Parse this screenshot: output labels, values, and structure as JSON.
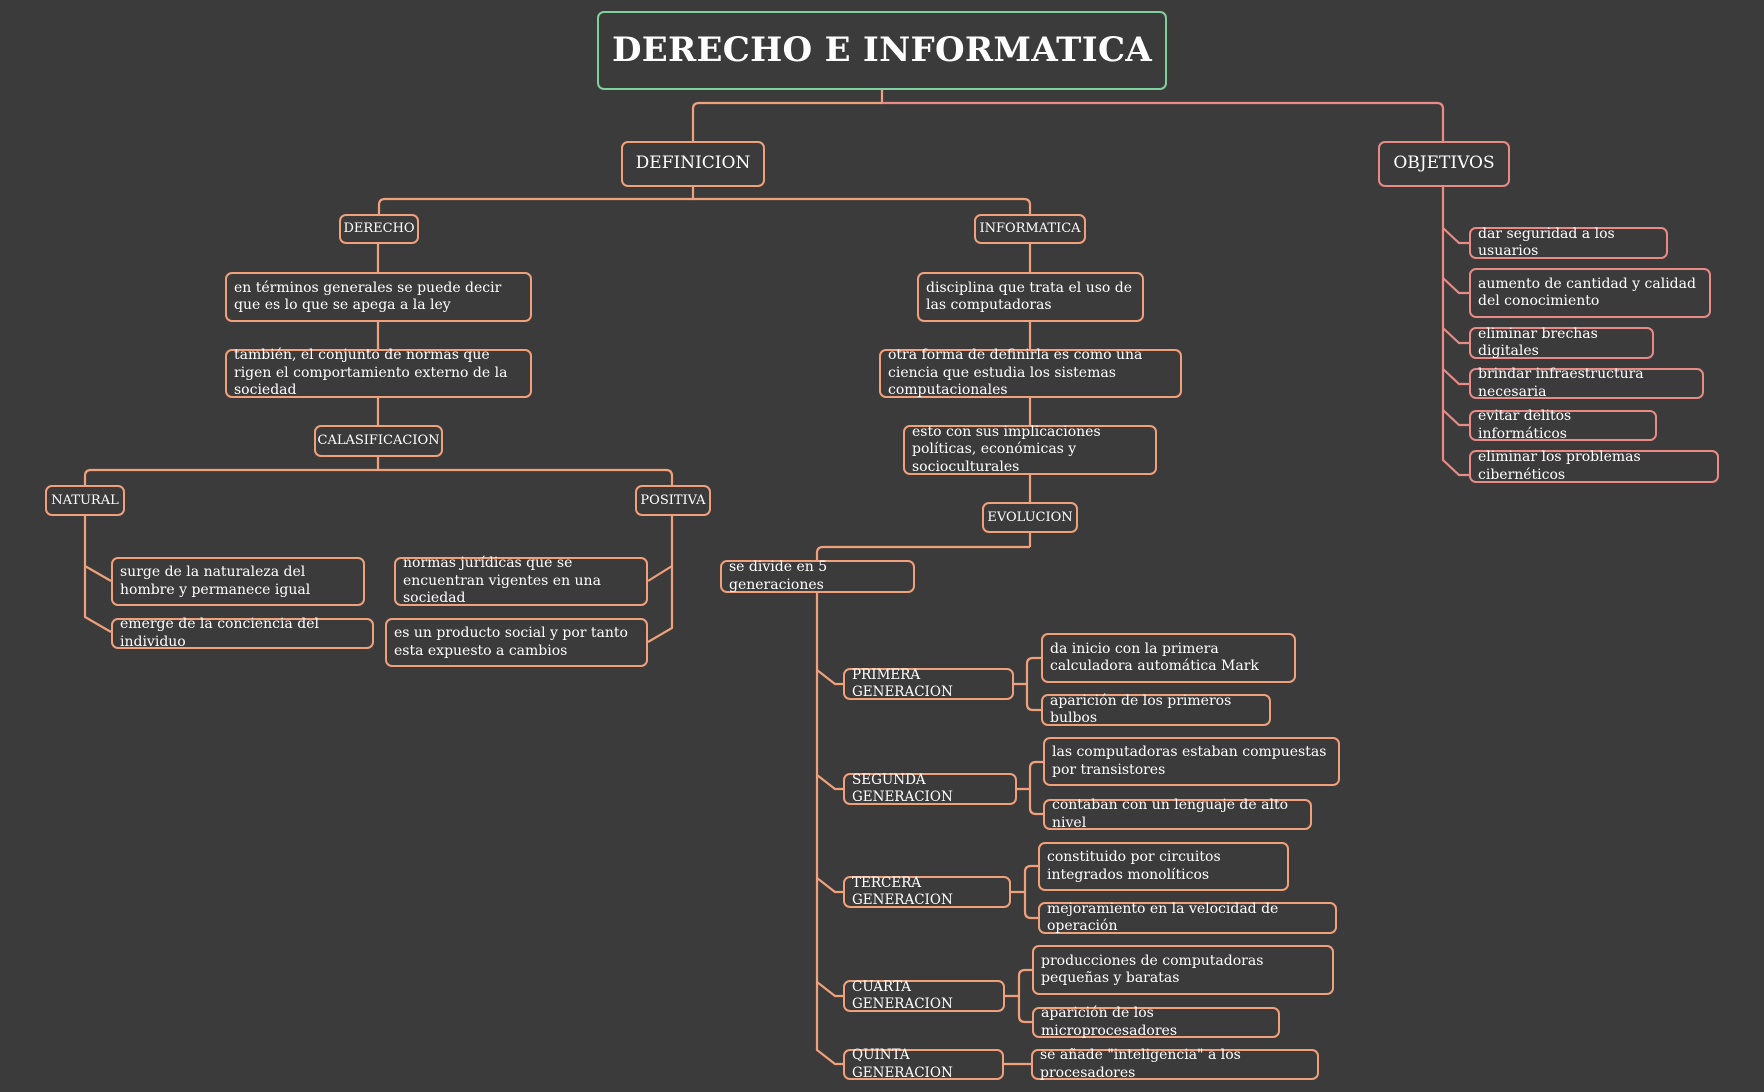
{
  "title": "DERECHO E INFORMATICA",
  "colors": {
    "background": "#3b3b3b",
    "title_border": "#7fcf9f",
    "definicion_branch": "#f0a07a",
    "objetivos_branch": "#e88a86",
    "text": "#ffffff"
  },
  "definicion": {
    "label": "DEFINICION",
    "derecho": {
      "label": "DERECHO",
      "items": [
        "en términos generales se puede decir que es lo que se apega a la ley",
        "también, el conjunto de normas que rigen el comportamiento externo de la sociedad"
      ],
      "clasificacion": {
        "label": "CALASIFICACION",
        "natural": {
          "label": "NATURAL",
          "items": [
            "surge de la naturaleza del hombre y permanece igual",
            "emerge de la conciencia del individuo"
          ]
        },
        "positiva": {
          "label": "POSITIVA",
          "items": [
            "normas jurídicas que se encuentran vigentes en una sociedad",
            "es un producto social y por tanto esta expuesto a cambios"
          ]
        }
      }
    },
    "informatica": {
      "label": "INFORMATICA",
      "items": [
        "disciplina que trata el uso de las computadoras",
        "otra forma de definirla es como una ciencia que estudia los sistemas computacionales",
        "esto con sus implicaciones políticas, económicas y socioculturales"
      ],
      "evolucion": {
        "label": "EVOLUCION",
        "divide": "se divide en 5 generaciones",
        "generaciones": [
          {
            "label": "PRIMERA GENERACION",
            "items": [
              "da inicio con la primera calculadora automática Mark",
              "aparición de los primeros bulbos"
            ]
          },
          {
            "label": "SEGUNDA GENERACION",
            "items": [
              "las computadoras estaban compuestas por transistores",
              "contaban con un lenguaje de alto nivel"
            ]
          },
          {
            "label": "TERCERA GENERACION",
            "items": [
              "constituido por circuitos integrados monolíticos",
              "mejoramiento en la velocidad de operación"
            ]
          },
          {
            "label": "CUARTA GENERACION",
            "items": [
              "producciones de computadoras pequeñas y baratas",
              "aparición de los microprocesadores"
            ]
          },
          {
            "label": "QUINTA GENERACION",
            "items": [
              "se añade \"inteligencia\" a los procesadores"
            ]
          }
        ]
      }
    }
  },
  "objetivos": {
    "label": "OBJETIVOS",
    "items": [
      "dar seguridad a los usuarios",
      "aumento de cantidad y calidad del conocimiento",
      "eliminar brechas digitales",
      "brindar infraestructura necesaria",
      "evitar delitos informáticos",
      "eliminar los problemas cibernéticos"
    ]
  }
}
